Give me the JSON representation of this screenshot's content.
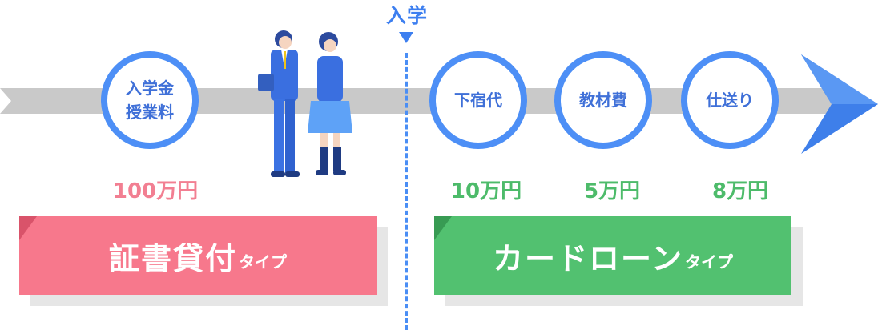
{
  "timeline": {
    "admission_label": "入学"
  },
  "before_admission": {
    "item": {
      "line1": "入学金",
      "line2": "授業料"
    },
    "amount": "100万円",
    "banner_main": "証書貸付",
    "banner_sub": "タイプ",
    "color": "#f7788c"
  },
  "after_admission": {
    "items": [
      {
        "label": "下宿代",
        "amount": "10万円"
      },
      {
        "label": "教材費",
        "amount": "5万円"
      },
      {
        "label": "仕送り",
        "amount": "8万円"
      }
    ],
    "banner_main": "カードローン",
    "banner_sub": "タイプ",
    "color": "#52c170"
  },
  "colors": {
    "accent_blue": "#4d8ff6",
    "timeline_gray": "#c9c9c9"
  },
  "icons": [
    "student-boy-icon",
    "student-girl-icon",
    "arrow-right-icon"
  ]
}
